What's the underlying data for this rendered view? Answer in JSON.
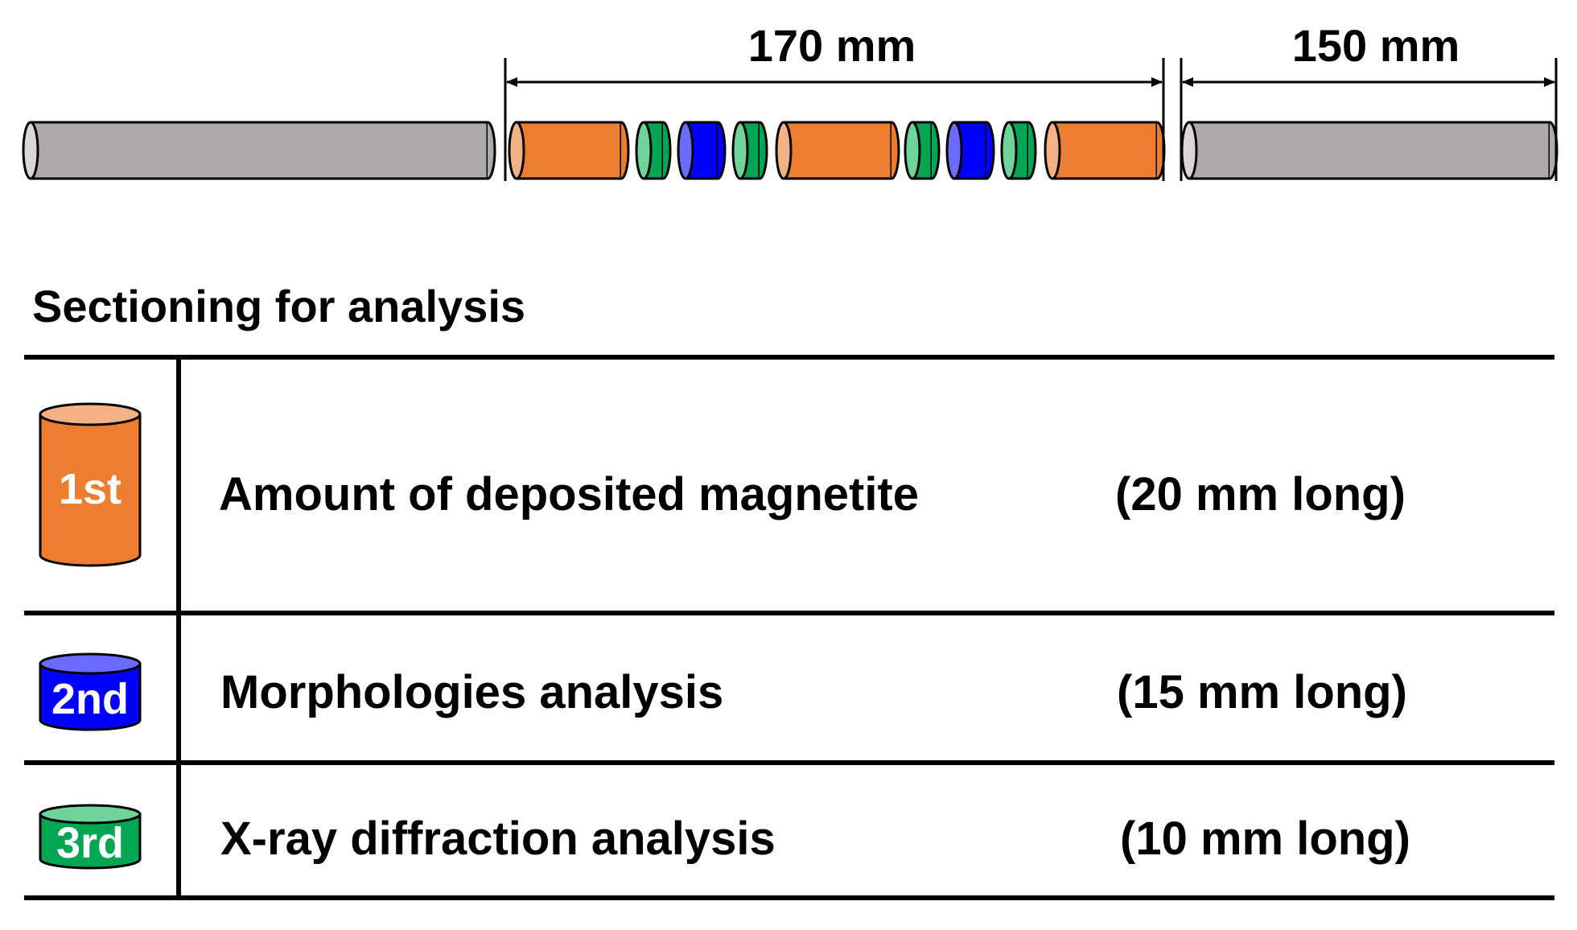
{
  "dimensions": {
    "span_1": "170 mm",
    "span_2": "150 mm"
  },
  "colors": {
    "grey_rod": "#aeaaa9",
    "grey_cap": "#d9d6d5",
    "orange": "#ed7d31",
    "orange_cap": "#f4b183",
    "blue": "#0000ff",
    "blue_cap": "#6b6bff",
    "green": "#00a651",
    "green_cap": "#6fd39a",
    "outline": "#000000"
  },
  "rod_segments": [
    "grey",
    "orange",
    "green",
    "blue",
    "green",
    "orange",
    "green",
    "blue",
    "green",
    "orange",
    "grey"
  ],
  "section_title": "Sectioning for analysis",
  "legend": [
    {
      "badge": "1st",
      "color": "orange",
      "description": "Amount of deposited magnetite",
      "length": "(20 mm long)"
    },
    {
      "badge": "2nd",
      "color": "blue",
      "description": "Morphologies analysis",
      "length": "(15 mm long)"
    },
    {
      "badge": "3rd",
      "color": "green",
      "description": "X-ray diffraction analysis",
      "length": "(10 mm long)"
    }
  ]
}
